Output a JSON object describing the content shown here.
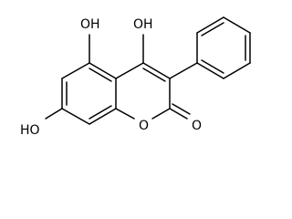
{
  "molecule": {
    "labels": {
      "oh_top": "OH",
      "oh_c5": "OH",
      "oh_c7": "HO",
      "ring_o": "O",
      "carbonyl_o": "O"
    },
    "colors": {
      "bond": "#000000",
      "text": "#000000",
      "background": "#ffffff"
    }
  }
}
